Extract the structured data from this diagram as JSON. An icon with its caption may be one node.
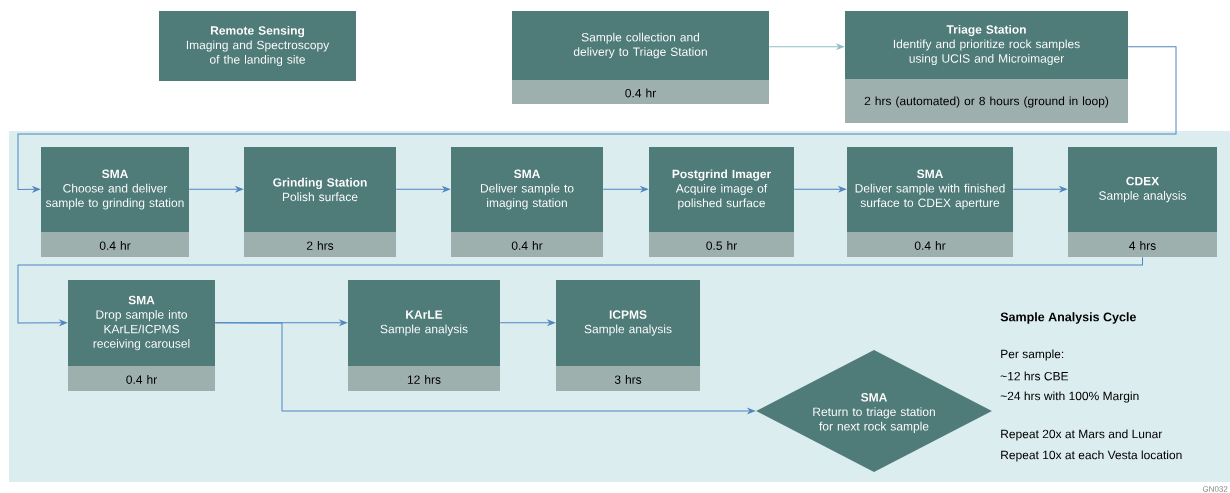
{
  "diagram": {
    "nodes": [
      {
        "text": [
          "Remote Sensing",
          "Imaging and Spectroscopy of the landing site"
        ]
      },
      {
        "text": [
          "Sample collection and delivery to Triage Station",
          "0.4 hr"
        ]
      },
      {
        "text": [
          "Triage Station",
          "Identify and prioritize rock samples using UCIS and Microimager",
          "2 hrs (automated) or 8 hours (ground in loop)"
        ]
      },
      {
        "text": [
          "Sample Analysis Cycle",
          "Per sample:",
          "~12 hrs CBE",
          "~24 hrs with 100% Margin",
          "Repeat 20x at Mars and Lunar",
          "Repeat 10x at each Vesta location"
        ]
      },
      {
        "text": [
          "SMA",
          "Choose and deliver sample to grinding station",
          "0.4 hr"
        ],
        "in": 3
      },
      {
        "text": [
          "Grinding Station",
          "Polish surface",
          "2 hrs"
        ],
        "in": 3
      },
      {
        "text": [
          "SMA",
          "Deliver sample to imaging station",
          "0.4 hr"
        ],
        "in": 3
      },
      {
        "text": [
          "Postgrind Imager",
          "Acquire image of polished surface",
          "0.5 hr"
        ],
        "in": 3
      },
      {
        "text": [
          "SMA",
          "Deliver sample with finished surface to CDEX aperture",
          "0.4 hr"
        ],
        "in": 3
      },
      {
        "text": [
          "CDEX",
          "Sample analysis",
          "4 hrs"
        ],
        "in": 3
      },
      {
        "text": [
          "SMA",
          "Drop sample into KArLE/ICPMS receiving carousel",
          "0.4 hr"
        ],
        "in": 3
      },
      {
        "text": [
          "KArLE",
          "Sample analysis",
          "12 hrs"
        ],
        "in": 3
      },
      {
        "text": [
          "ICPMS",
          "Sample analysis",
          "3 hrs"
        ],
        "in": 3
      },
      {
        "text": [
          "SMA",
          "Return to triage station for next rock sample"
        ],
        "in": 3
      }
    ],
    "edges": [
      {
        "from": 1,
        "to": 2,
        "arrow": "to",
        "color": "#8fbec6"
      },
      {
        "from": 2,
        "to": 4,
        "arrow": "to"
      },
      {
        "from": 4,
        "to": 5,
        "arrow": "to"
      },
      {
        "from": 5,
        "to": 6,
        "arrow": "to"
      },
      {
        "from": 6,
        "to": 7,
        "arrow": "to"
      },
      {
        "from": 7,
        "to": 8,
        "arrow": "to"
      },
      {
        "from": 8,
        "to": 9,
        "arrow": "to"
      },
      {
        "from": 9,
        "to": 10,
        "arrow": "to"
      },
      {
        "from": 10,
        "to": 11,
        "arrow": "to"
      },
      {
        "from": 10,
        "to": 13,
        "arrow": "to"
      },
      {
        "from": 11,
        "to": 12,
        "arrow": "to"
      }
    ],
    "labels": [
      "GN032"
    ]
  }
}
